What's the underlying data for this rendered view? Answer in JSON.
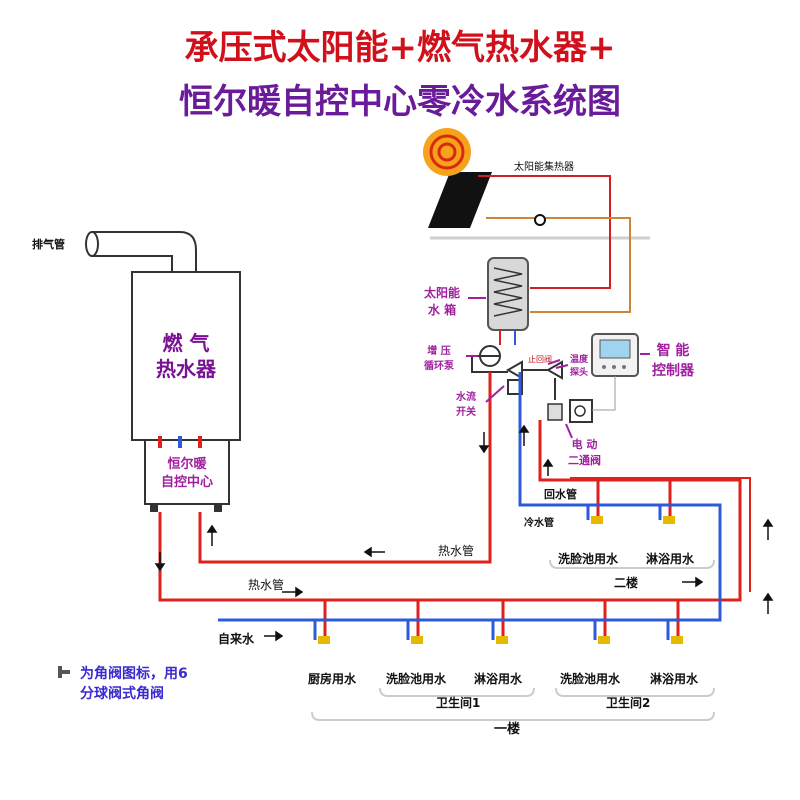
{
  "title": {
    "line1": "承压式太阳能+燃气热水器+",
    "line2": "恒尔暖自控中心零冷水系统图"
  },
  "labels": {
    "solar_collector": "太阳能集热器",
    "exhaust_pipe": "排气管",
    "gas_heater": "燃 气\n热水器",
    "solar_tank": "太阳能\n水 箱",
    "booster_pump": "增 压\n循环泵",
    "flow_switch": "水流\n开关",
    "check_valve": "止回阀",
    "temp_probe": "温度\n探头",
    "smart_controller": "智 能\n控制器",
    "electric_valve": "电 动\n二通阀",
    "control_center": "恒尔暖\n自控中心",
    "return_pipe": "回水管",
    "cold_pipe": "冷水管",
    "hot_pipe_1": "热水管",
    "hot_pipe_2": "热水管",
    "tap_water": "自来水",
    "floor2": "二楼",
    "floor1": "一楼",
    "bathroom1": "卫生间1",
    "bathroom2": "卫生间2",
    "note": "为角阀图标，用6\n分球阀式角阀"
  },
  "fixtures_floor2": [
    "洗脸池用水",
    "淋浴用水"
  ],
  "fixtures_floor1": [
    "厨房用水",
    "洗脸池用水",
    "淋浴用水",
    "洗脸池用水",
    "淋浴用水"
  ],
  "colors": {
    "hot": "#e0201a",
    "cold": "#2d5bd8",
    "solar_loop": "#c9873a",
    "title_red": "#d0101a",
    "title_purple": "#6a1b9a",
    "label_purple": "#a020a0"
  }
}
